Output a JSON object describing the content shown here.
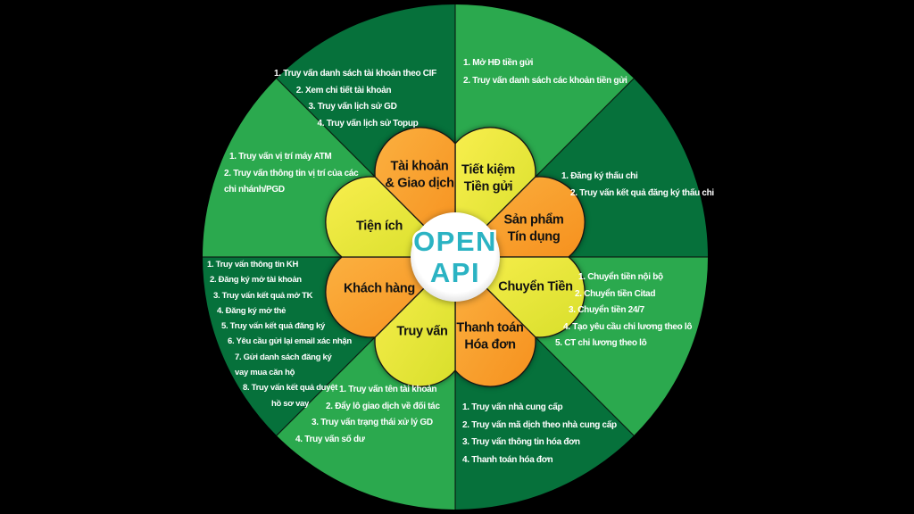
{
  "title": "OPEN API services wheel",
  "center": {
    "line1": "OPEN",
    "line2": "API"
  },
  "colors": {
    "background": "#000000",
    "dark_green": "#06713B",
    "medium_green": "#2BA94E",
    "orange_light": "#FBB040",
    "orange_dark": "#F6911E",
    "yellow_light": "#F8EE4D",
    "yellow_dark": "#D8DF2B",
    "hub_center": "#FFFFFF",
    "hub_edge": "#D8D8D8",
    "api_teal": "#2BB3C3",
    "divider": "#0A0A0A",
    "list_text": "#FFFFFF",
    "label_text": "#111111"
  },
  "sectors": {
    "tai_khoan": {
      "label1": "Tài khoản",
      "label2": "& Giao dịch",
      "items": [
        "1. Truy vấn danh sách tài khoản theo CIF",
        "2. Xem chi tiết tài khoản",
        "3. Truy vấn lịch sử GD",
        "4. Truy vấn lịch sử Topup"
      ]
    },
    "tiet_kiem": {
      "label1": "Tiết kiệm",
      "label2": "Tiền gửi",
      "items": [
        "1. Mở HĐ tiền gửi",
        "2. Truy vấn danh sách các khoản tiền gửi"
      ]
    },
    "san_pham": {
      "label1": "Sản phẩm",
      "label2": "Tín dụng",
      "items": [
        "1. Đăng ký thấu chi",
        "2. Truy vấn kết quả đăng ký thấu chi"
      ]
    },
    "chuyen_tien": {
      "label1": "Chuyển Tiền",
      "label2": "",
      "items": [
        "1. Chuyển tiền nội bộ",
        "2. Chuyển tiền Citad",
        "3. Chuyển tiền 24/7",
        "4. Tạo yêu cầu chi lương theo lô",
        "5. CT chi lương theo lô"
      ]
    },
    "thanh_toan": {
      "label1": "Thanh toán",
      "label2": "Hóa đơn",
      "items": [
        "1. Truy vấn nhà cung cấp",
        "2. Truy vấn mã dịch theo nhà cung cấp",
        "3. Truy vấn thông tin hóa đơn",
        "4. Thanh toán hóa đơn"
      ]
    },
    "truy_van": {
      "label1": "Truy vấn",
      "label2": "",
      "items": [
        "1. Truy vấn tên tài khoản",
        "2. Đẩy lô giao dịch về đối tác",
        "3. Truy vấn trạng thái xử lý GD",
        "4. Truy vấn số dư"
      ]
    },
    "khach_hang": {
      "label1": "Khách hàng",
      "label2": "",
      "items": [
        "1. Truy vấn thông tin KH",
        "2. Đăng ký mở tài khoản",
        "3. Truy vấn kết quả mở TK",
        "4. Đăng ký mở thẻ",
        "5. Truy vấn kết quả đăng ký",
        "6. Yêu cầu gửi lại email xác nhận",
        "7. Gửi danh sách đăng ký vay mua căn hộ",
        "8. Truy vấn kết quả duyệt hồ sơ vay"
      ]
    },
    "tien_ich": {
      "label1": "Tiện ích",
      "label2": "",
      "items": [
        "1. Truy vấn vị trí máy ATM",
        "2. Truy vấn thông tin vị trí của các chi nhánh/PGD"
      ]
    }
  }
}
